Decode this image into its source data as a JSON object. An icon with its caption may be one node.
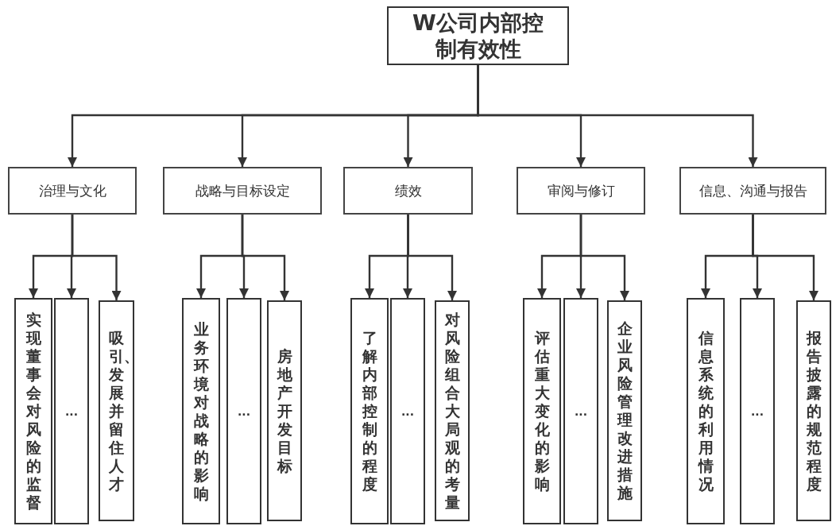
{
  "diagram": {
    "nodes": [
      {
        "text": [
          "W公司内部控制有效性"
        ]
      },
      {
        "text": [
          "治理与文化"
        ]
      },
      {
        "text": [
          "战略与目标设定"
        ]
      },
      {
        "text": [
          "绩效"
        ]
      },
      {
        "text": [
          "审阅与修订"
        ]
      },
      {
        "text": [
          "信息、沟通与报告"
        ]
      },
      {
        "text": [
          "实现董事会对风险的监督"
        ]
      },
      {
        "text": [
          "..."
        ]
      },
      {
        "text": [
          "吸引、发展并留住人才"
        ]
      },
      {
        "text": [
          "业务环境对战略的影响"
        ]
      },
      {
        "text": [
          "..."
        ]
      },
      {
        "text": [
          "房地产开发目标"
        ]
      },
      {
        "text": [
          "了解内部控制的程度"
        ]
      },
      {
        "text": [
          "..."
        ]
      },
      {
        "text": [
          "对风险组合大局观的考量"
        ]
      },
      {
        "text": [
          "评估重大变化的影响"
        ]
      },
      {
        "text": [
          "..."
        ]
      },
      {
        "text": [
          "企业风险管理改进措施"
        ]
      },
      {
        "text": [
          "信息系统的利用情况"
        ]
      },
      {
        "text": [
          "..."
        ]
      },
      {
        "text": [
          "报告披露的规范程度"
        ]
      }
    ],
    "edges": [
      {
        "from": 0,
        "to": 1,
        "arrow": "to"
      },
      {
        "from": 0,
        "to": 2,
        "arrow": "to"
      },
      {
        "from": 0,
        "to": 3,
        "arrow": "to"
      },
      {
        "from": 0,
        "to": 4,
        "arrow": "to"
      },
      {
        "from": 0,
        "to": 5,
        "arrow": "to"
      },
      {
        "from": 1,
        "to": 6,
        "arrow": "to"
      },
      {
        "from": 1,
        "to": 7,
        "arrow": "to"
      },
      {
        "from": 1,
        "to": 8,
        "arrow": "to"
      },
      {
        "from": 2,
        "to": 9,
        "arrow": "to"
      },
      {
        "from": 2,
        "to": 10,
        "arrow": "to"
      },
      {
        "from": 2,
        "to": 11,
        "arrow": "to"
      },
      {
        "from": 3,
        "to": 12,
        "arrow": "to"
      },
      {
        "from": 3,
        "to": 13,
        "arrow": "to"
      },
      {
        "from": 3,
        "to": 14,
        "arrow": "to"
      },
      {
        "from": 4,
        "to": 15,
        "arrow": "to"
      },
      {
        "from": 4,
        "to": 16,
        "arrow": "to"
      },
      {
        "from": 4,
        "to": 17,
        "arrow": "to"
      },
      {
        "from": 5,
        "to": 18,
        "arrow": "to"
      },
      {
        "from": 5,
        "to": 19,
        "arrow": "to"
      },
      {
        "from": 5,
        "to": 20,
        "arrow": "to"
      }
    ]
  }
}
